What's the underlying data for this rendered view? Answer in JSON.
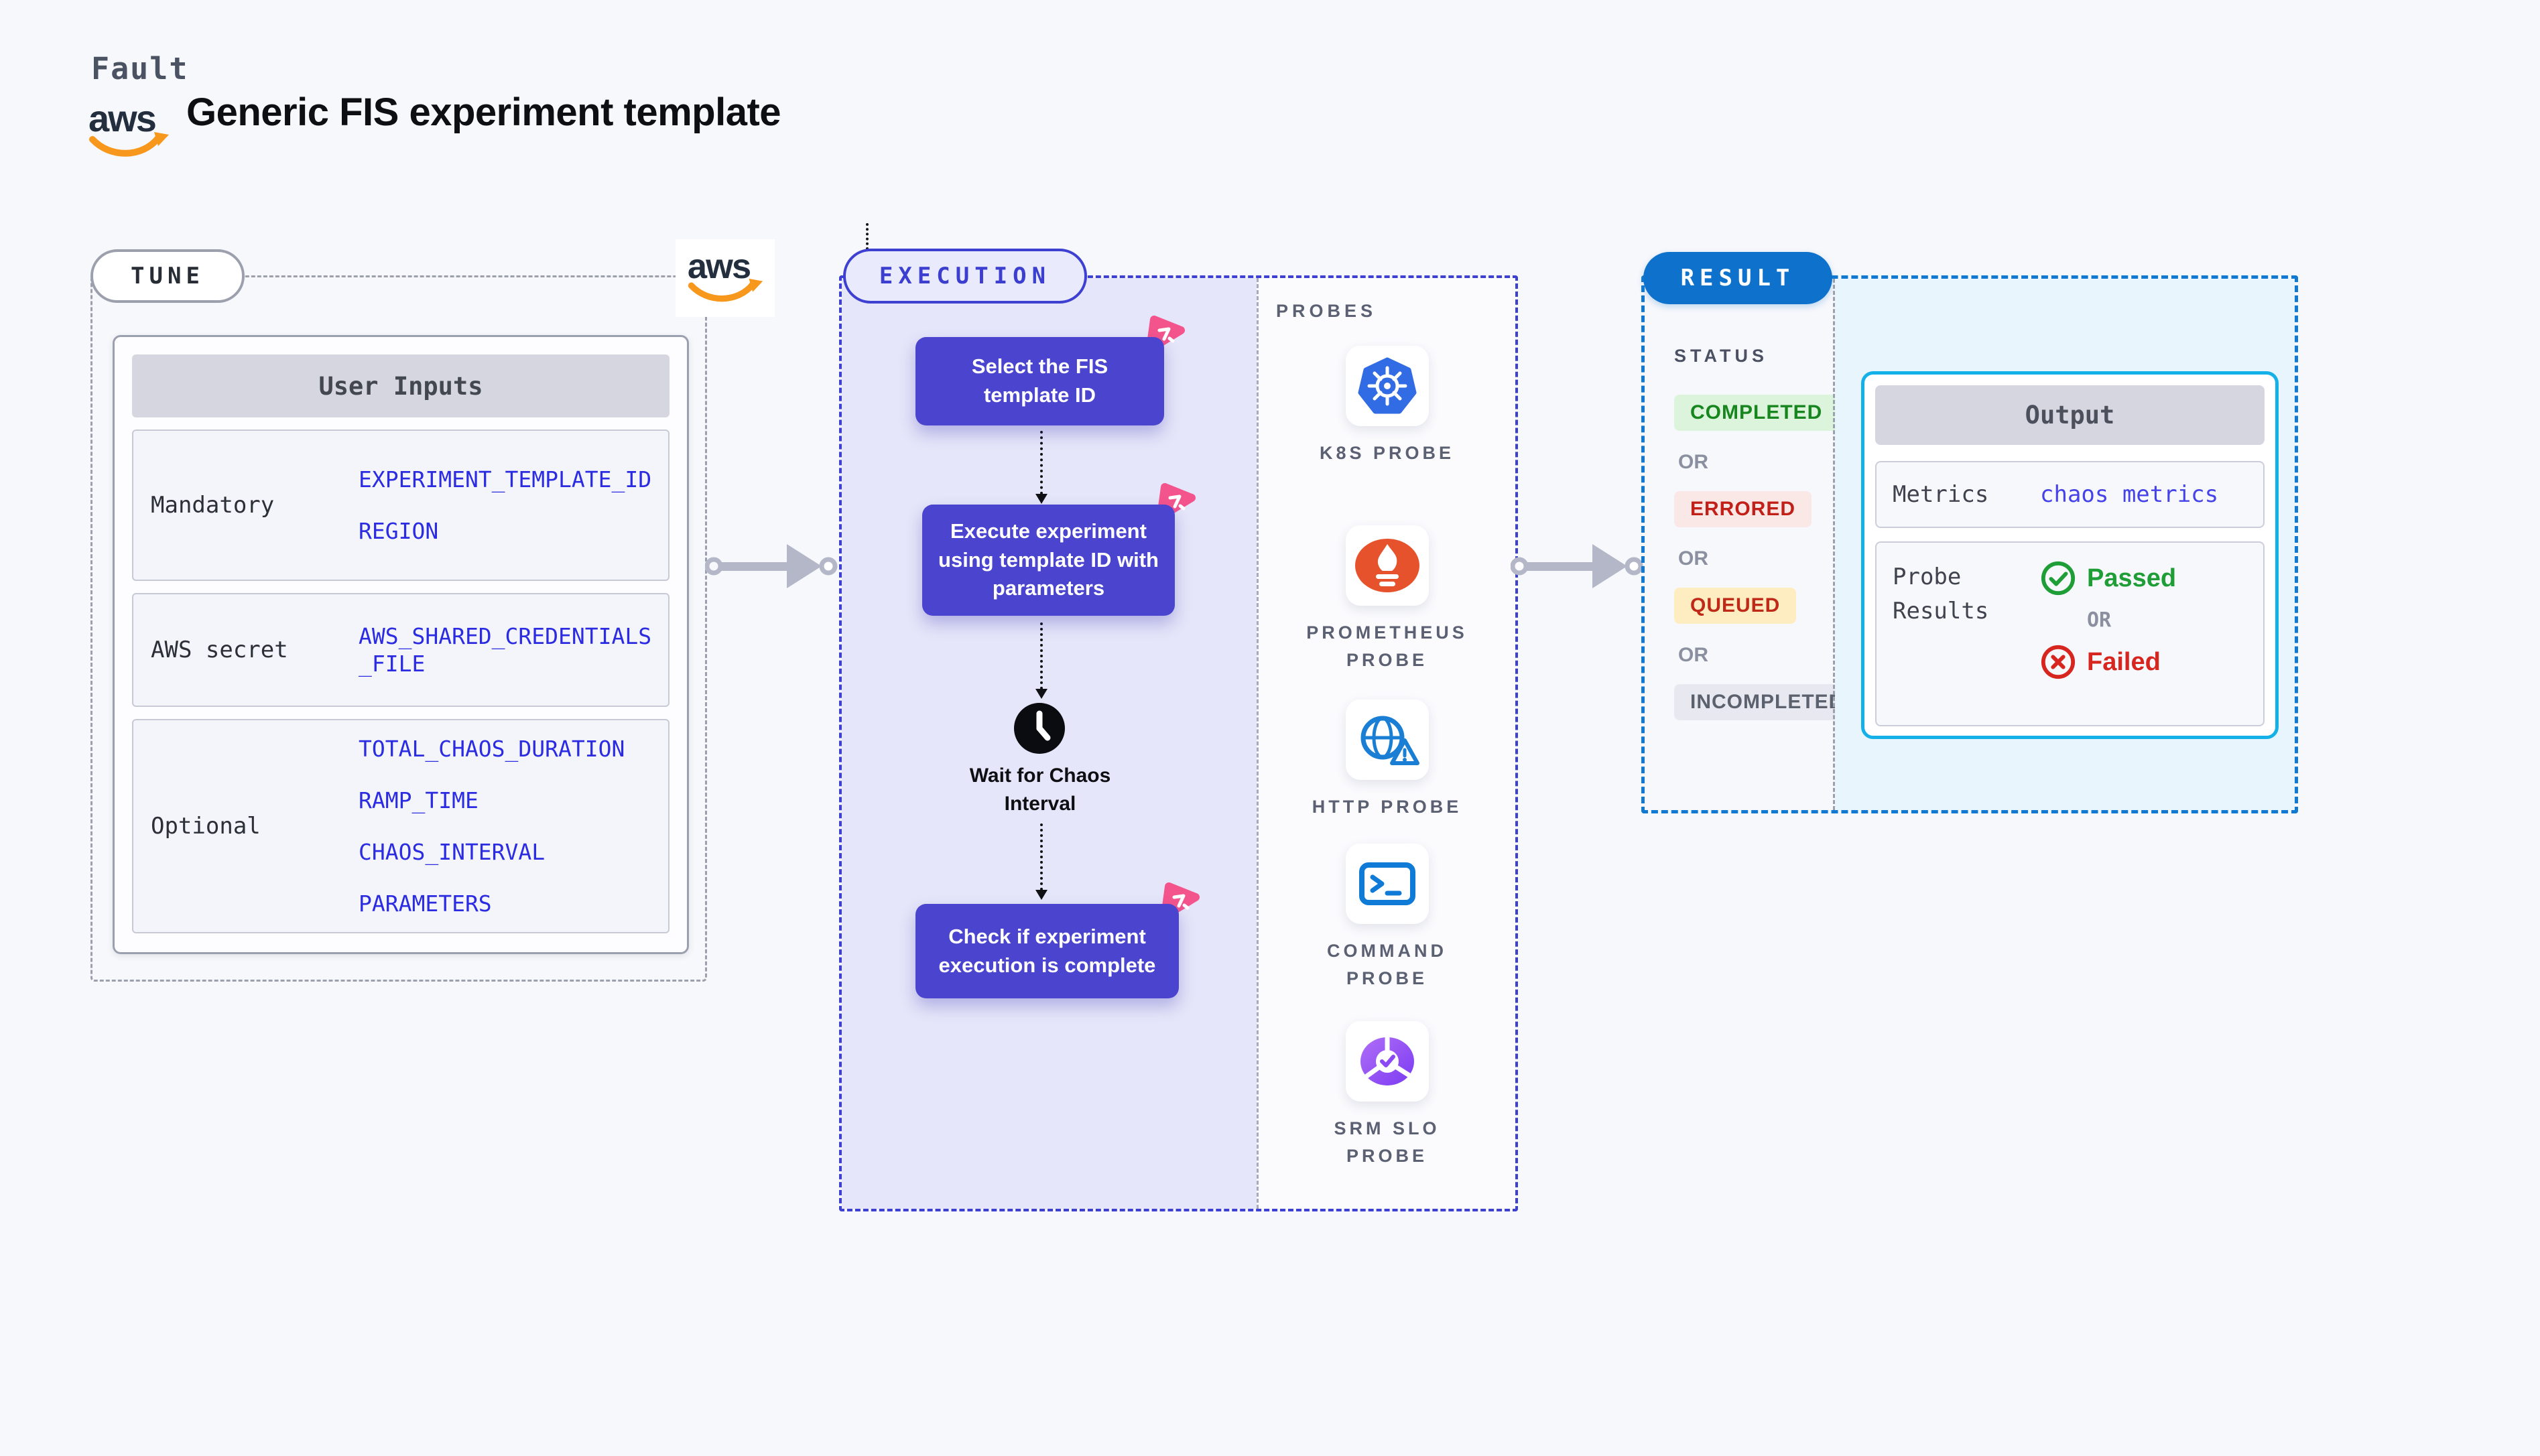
{
  "page": {
    "brand": "Fault",
    "title": "Generic FIS experiment template",
    "logo_text": "aws"
  },
  "colors": {
    "page_bg": "#f7f8fc",
    "accent_indigo": "#3d40d0",
    "step_purple": "#4b44ce",
    "execution_bg": "#e5e6f9",
    "pink_badge": "#f4548c",
    "tune_border": "#9ba0ac",
    "value_blue": "#2b2be2",
    "table_header_bg": "#d5d6e0",
    "result_blue": "#0e72cc",
    "result_border": "#1279d2",
    "output_border": "#14b0e8",
    "output_bg": "#e8f5fc",
    "completed_green": "#18861f",
    "errored_red": "#c02018",
    "queued_red": "#bf2a18",
    "incompleted_gray": "#5c616e",
    "passed_green": "#1f9e38",
    "failed_red": "#d7261f",
    "k8s_blue": "#326ce5",
    "prometheus_orange": "#e6522c",
    "http_blue": "#1a7fd4",
    "aws_orange": "#f7981d",
    "aws_navy": "#232f3e"
  },
  "tune": {
    "pill": "TUNE",
    "table": {
      "header": "User Inputs",
      "rows": [
        {
          "label": "Mandatory",
          "values": [
            "EXPERIMENT_TEMPLATE_ID",
            "REGION"
          ]
        },
        {
          "label": "AWS secret",
          "values": [
            "AWS_SHARED_CREDENTIALS_FILE"
          ]
        },
        {
          "label": "Optional",
          "values": [
            "TOTAL_CHAOS_DURATION",
            "RAMP_TIME",
            "CHAOS_INTERVAL",
            "PARAMETERS"
          ]
        }
      ]
    }
  },
  "execution": {
    "pill": "EXECUTION",
    "steps": [
      "Select the FIS template ID",
      "Execute experiment using template ID with parameters"
    ],
    "wait_step": "Wait for Chaos Interval",
    "final_step": "Check if experiment execution is complete"
  },
  "probes": {
    "label": "PROBES",
    "items": [
      {
        "label": "K8S PROBE",
        "icon": "kubernetes-icon"
      },
      {
        "label": "PROMETHEUS PROBE",
        "icon": "prometheus-icon"
      },
      {
        "label": "HTTP PROBE",
        "icon": "globe-alert-icon"
      },
      {
        "label": "COMMAND PROBE",
        "icon": "terminal-icon"
      },
      {
        "label": "SRM SLO PROBE",
        "icon": "slo-pie-check-icon"
      }
    ]
  },
  "result": {
    "pill": "RESULT",
    "status_label": "STATUS",
    "or_label": "OR",
    "statuses": [
      {
        "label": "COMPLETED",
        "bg": "#dcf3dc",
        "fg": "#18861f"
      },
      {
        "label": "ERRORED",
        "bg": "#fae8e6",
        "fg": "#c02018"
      },
      {
        "label": "QUEUED",
        "bg": "#fdedc1",
        "fg": "#bf2a18"
      },
      {
        "label": "INCOMPLETED",
        "bg": "#e8e9f0",
        "fg": "#5c616e"
      }
    ],
    "output": {
      "header": "Output",
      "metrics_label": "Metrics",
      "metrics_value": "chaos metrics",
      "probe_results_label": "Probe Results",
      "passed": "Passed",
      "failed": "Failed"
    }
  }
}
